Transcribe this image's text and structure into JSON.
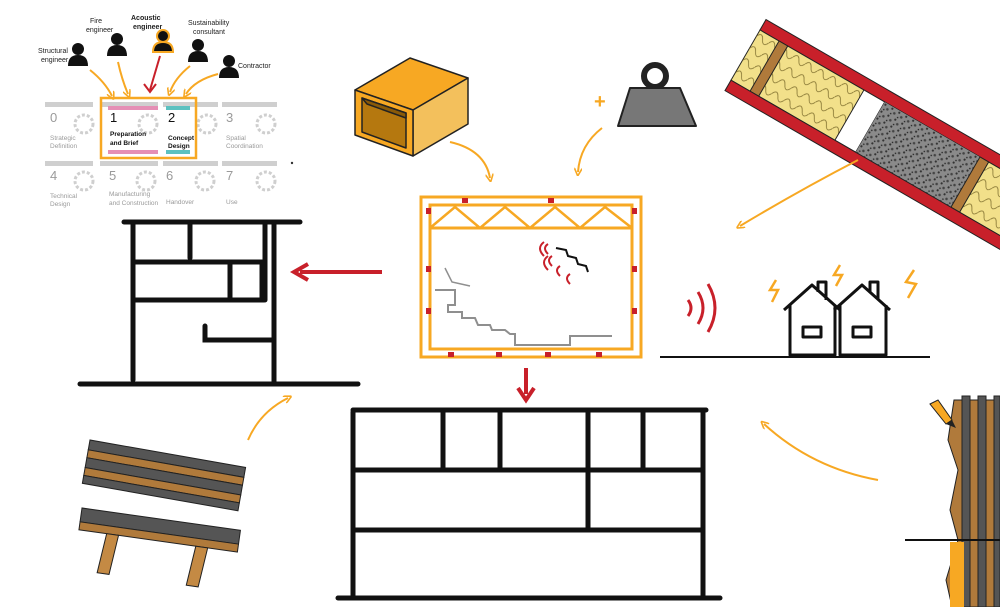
{
  "roles": [
    {
      "label": [
        "Structural",
        "engineer"
      ]
    },
    {
      "label": [
        "Fire",
        "engineer"
      ]
    },
    {
      "label": [
        "Acoustic",
        "engineer"
      ]
    },
    {
      "label": [
        "Sustainability",
        "consultant"
      ]
    },
    {
      "label": [
        "Contractor"
      ]
    }
  ],
  "stages": [
    {
      "num": "0",
      "name": [
        "Strategic",
        "Definition"
      ]
    },
    {
      "num": "1",
      "name": [
        "Preparation",
        "and Brief"
      ]
    },
    {
      "num": "2",
      "name": [
        "Concept",
        "Design"
      ]
    },
    {
      "num": "3",
      "name": [
        "Spatial",
        "Coordination"
      ]
    },
    {
      "num": "4",
      "name": [
        "Technical",
        "Design"
      ]
    },
    {
      "num": "5",
      "name": [
        "Manufacturing",
        "and Construction"
      ]
    },
    {
      "num": "6",
      "name": [
        "Handover"
      ]
    },
    {
      "num": "7",
      "name": [
        "Use"
      ]
    }
  ],
  "colors": {
    "orange": "#f7a823",
    "red": "#c8202a",
    "black": "#111111",
    "grey": "#9a9a9a",
    "pink": "#e58fb5",
    "teal": "#5cc1c0",
    "insulation": "#f2e08a",
    "timber": "#b07a3b",
    "dark_timber": "#555555"
  },
  "icons": [
    "person-icon",
    "weight-icon",
    "box-section-icon",
    "sound-wave-icon",
    "house-icon",
    "lightning-icon",
    "plus-icon",
    "pen-icon"
  ]
}
